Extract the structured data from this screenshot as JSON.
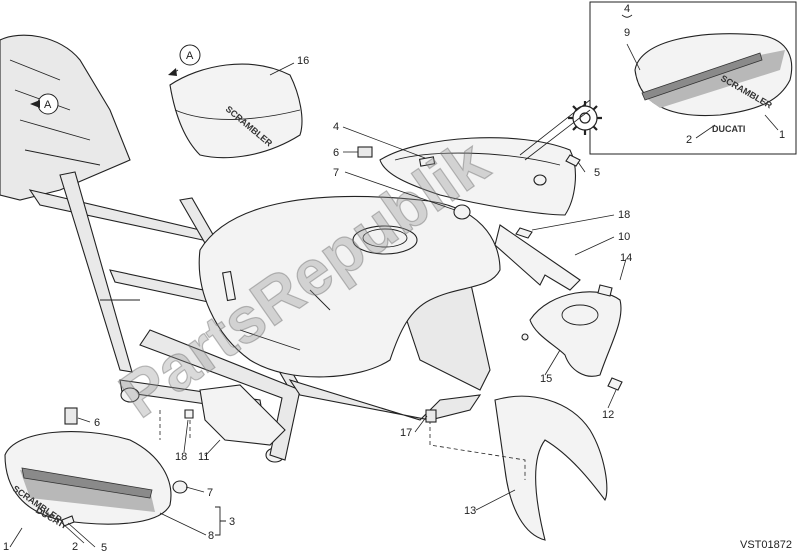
{
  "diagram_code": "VST01872",
  "watermark": "PartsRepublik",
  "callout_letter": "A",
  "brand_text": "SCRAMBLER",
  "brand_subtext": "DUCATI",
  "labels": {
    "l1a": "1",
    "l1b": "1",
    "l2a": "2",
    "l2b": "2",
    "l3": "3",
    "l4a": "4",
    "l4b": "4",
    "l5a": "5",
    "l5b": "5",
    "l6a": "6",
    "l6b": "6",
    "l7a": "7",
    "l7b": "7",
    "l8": "8",
    "l9": "9",
    "l10": "10",
    "l11": "11",
    "l12": "12",
    "l13": "13",
    "l14": "14",
    "l15": "15",
    "l16": "16",
    "l17": "17",
    "l18a": "18",
    "l18b": "18"
  }
}
